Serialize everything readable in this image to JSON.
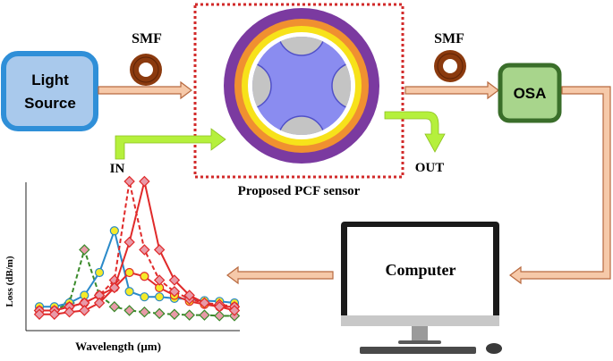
{
  "labels": {
    "smf_left": "SMF",
    "smf_right": "SMF",
    "light_source_line1": "Light",
    "light_source_line2": "Source",
    "osa": "OSA",
    "in": "IN",
    "out": "OUT",
    "sensor_caption": "Proposed PCF sensor",
    "computer": "Computer",
    "y_axis": "Loss (dB/m)",
    "x_axis": "Wavelength (μm)"
  },
  "colors": {
    "light_source_fill": "#a9c9ec",
    "light_source_border": "#2f8fd8",
    "osa_fill": "#a8d58c",
    "osa_border": "#3a6e2a",
    "fiber_coil": "#8b3a0e",
    "arrow_fill": "#f6c9a9",
    "arrow_stroke": "#b86a40",
    "green_arrow": "#b5f03c",
    "sensor_outer": "#7b3aa0",
    "sensor_orange": "#f09030",
    "sensor_yellow": "#f7e21a",
    "sensor_core": "#8a8cf0",
    "sensor_air_hole": "#c4c4c4",
    "dotted_frame": "#d22a2a",
    "curve_red": "#e02a2a",
    "curve_blue": "#2a8ac9",
    "curve_green": "#3a8a2a"
  },
  "chart_data": {
    "type": "line",
    "xlabel": "Wavelength (μm)",
    "ylabel": "Loss (dB/m)",
    "series": [
      {
        "color": "#3a8a2a",
        "dashed": true,
        "marker": "diamond",
        "x": [
          0,
          1,
          2,
          3,
          4,
          5,
          6,
          7,
          8,
          9,
          10,
          11,
          12,
          13
        ],
        "y": [
          1,
          1,
          2,
          9,
          3,
          1.5,
          1,
          0.8,
          0.6,
          0.5,
          0.4,
          0.4,
          0.3,
          0.3
        ]
      },
      {
        "color": "#2a8ac9",
        "dashed": false,
        "marker": "circle",
        "x": [
          0,
          1,
          2,
          3,
          4,
          5,
          6,
          7,
          8,
          9,
          10,
          11,
          12,
          13
        ],
        "y": [
          1.5,
          1.5,
          2,
          3,
          6,
          11.5,
          3.5,
          2.8,
          2.8,
          2.6,
          2.5,
          2.3,
          2.2,
          2
        ]
      },
      {
        "color": "#e02a2a",
        "dashed": false,
        "marker": "circle",
        "x": [
          0,
          1,
          2,
          3,
          4,
          5,
          6,
          7,
          8,
          9,
          10,
          11,
          12,
          13
        ],
        "y": [
          1,
          1,
          1.5,
          2,
          3,
          4,
          6,
          5.5,
          4,
          3,
          2.2,
          1.8,
          1.5,
          1.5
        ]
      },
      {
        "color": "#e02a2a",
        "dashed": true,
        "marker": "diamond",
        "x": [
          0,
          1,
          2,
          3,
          4,
          5,
          6,
          7,
          8,
          9,
          10,
          11,
          12,
          13
        ],
        "y": [
          1,
          1,
          1.5,
          2,
          3,
          5,
          18,
          9,
          5,
          3.5,
          2.5,
          2,
          1.8,
          1.5
        ]
      },
      {
        "color": "#e02a2a",
        "dashed": false,
        "marker": "diamond",
        "x": [
          0,
          1,
          2,
          3,
          4,
          5,
          6,
          7,
          8,
          9,
          10,
          11,
          12,
          13
        ],
        "y": [
          0.5,
          0.5,
          0.8,
          1,
          2,
          4,
          10,
          18,
          9,
          5,
          3,
          2,
          1.5,
          1
        ]
      }
    ]
  }
}
